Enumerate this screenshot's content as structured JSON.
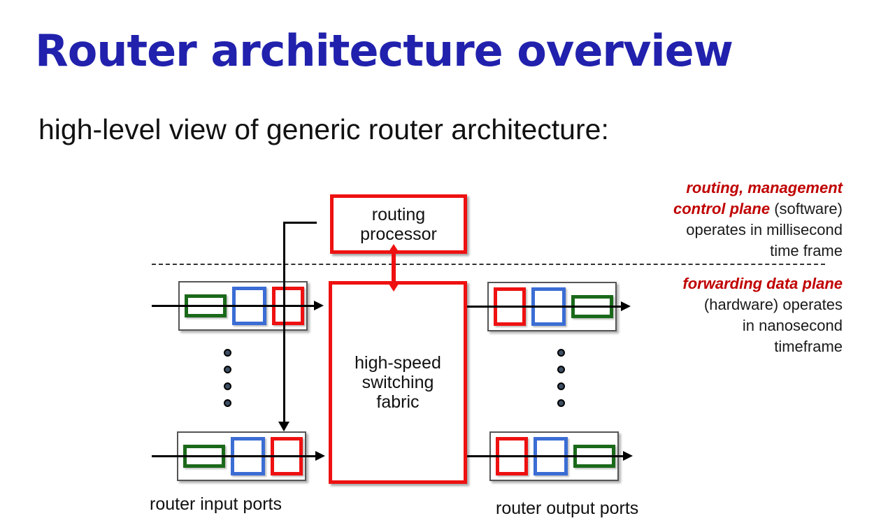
{
  "colors": {
    "title_blue": "#2121ad",
    "accent_red": "#ee1111",
    "note_red": "#c00000",
    "chip_green": "#1a691a",
    "chip_blue": "#3b6dd4",
    "dot_fill": "#3d4f63"
  },
  "header": {
    "title": "Router architecture overview",
    "subtitle": "high-level view of generic router architecture:"
  },
  "diagram": {
    "routing_processor": "routing\nprocessor",
    "switching_fabric": "high-speed\nswitching\nfabric",
    "input_ports_label": "router input ports",
    "output_ports_label": "router output ports"
  },
  "notes": {
    "control_plane": {
      "line1_em": "routing, management",
      "line2_em": "control plane",
      "line2_rest": " (software)",
      "line3": "operates in millisecond",
      "line4": "time frame"
    },
    "data_plane": {
      "line1_em": "forwarding data plane",
      "line2": "(hardware) operates",
      "line3": "in nanosecond",
      "line4": "timeframe"
    }
  }
}
